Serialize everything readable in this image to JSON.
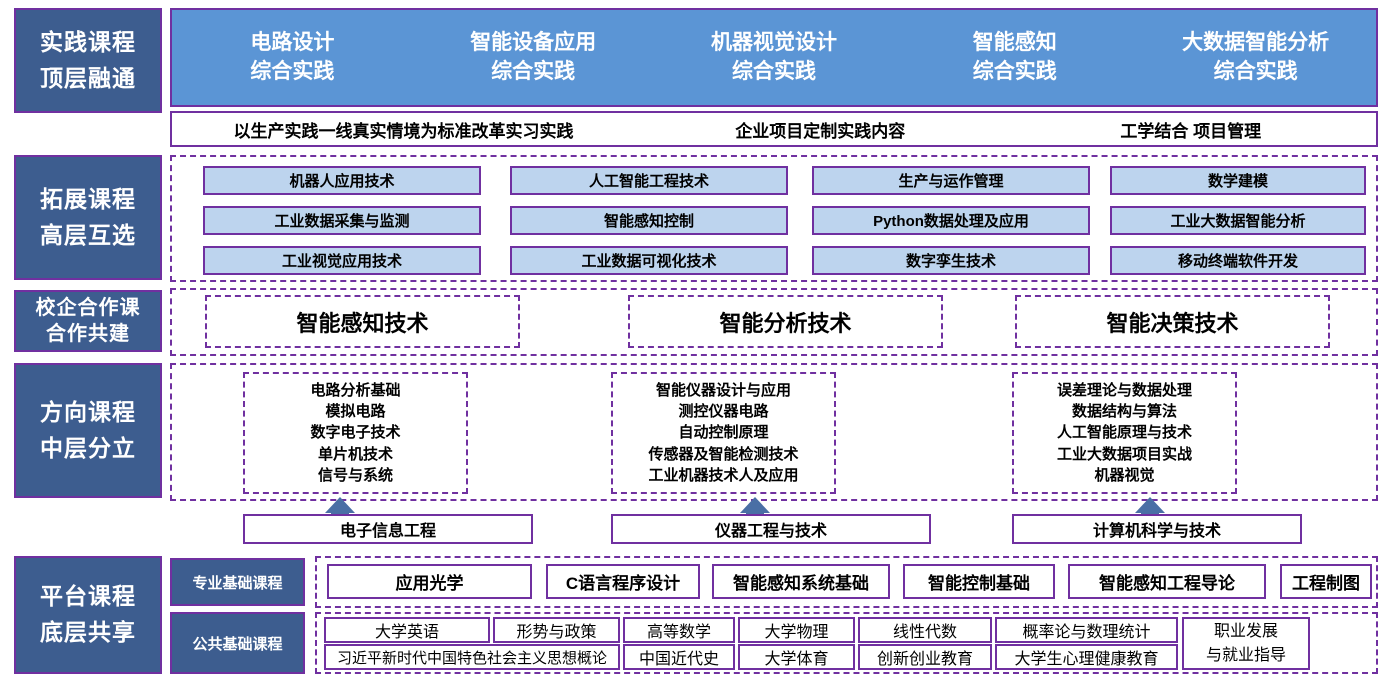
{
  "colors": {
    "label_blue": "#3d5d8f",
    "banner_blue": "#5b95d5",
    "purple": "#7030a0",
    "pill_blue": "#bdd4ee",
    "white": "#ffffff"
  },
  "categories": [
    {
      "line1": "实践课程",
      "line2": "顶层融通"
    },
    {
      "line1": "拓展课程",
      "line2": "高层互选"
    },
    {
      "line1": "校企合作课",
      "line2": "合作共建"
    },
    {
      "line1": "方向课程",
      "line2": "中层分立"
    },
    {
      "line1": "平台课程",
      "line2": "底层共享"
    }
  ],
  "practice": {
    "banner": [
      {
        "line1": "电路设计",
        "line2": "综合实践"
      },
      {
        "line1": "智能设备应用",
        "line2": "综合实践"
      },
      {
        "line1": "机器视觉设计",
        "line2": "综合实践"
      },
      {
        "line1": "智能感知",
        "line2": "综合实践"
      },
      {
        "line1": "大数据智能分析",
        "line2": "综合实践"
      }
    ],
    "strip": [
      "以生产实践一线真实情境为标准改革实习实践",
      "企业项目定制实践内容",
      "工学结合 项目管理"
    ]
  },
  "extension": {
    "columns": [
      [
        "机器人应用技术",
        "工业数据采集与监测",
        "工业视觉应用技术"
      ],
      [
        "人工智能工程技术",
        "智能感知控制",
        "工业数据可视化技术"
      ],
      [
        "生产与运作管理",
        "Python数据处理及应用",
        "数字孪生技术"
      ],
      [
        "数学建模",
        "工业大数据智能分析",
        "移动终端软件开发"
      ]
    ]
  },
  "cooperation": {
    "items": [
      "智能感知技术",
      "智能分析技术",
      "智能决策技术"
    ]
  },
  "direction": {
    "groups": [
      {
        "courses": [
          "电路分析基础",
          "模拟电路",
          "数字电子技术",
          "单片机技术",
          "信号与系统"
        ],
        "major": "电子信息工程"
      },
      {
        "courses": [
          "智能仪器设计与应用",
          "测控仪器电路",
          "自动控制原理",
          "传感器及智能检测技术",
          "工业机器技术人及应用"
        ],
        "major": "仪器工程与技术"
      },
      {
        "courses": [
          "误差理论与数据处理",
          "数据结构与算法",
          "人工智能原理与技术",
          "工业大数据项目实战",
          "机器视觉"
        ],
        "major": "计算机科学与技术"
      }
    ]
  },
  "platform": {
    "professional": {
      "label": "专业基础课程",
      "courses": [
        "应用光学",
        "C语言程序设计",
        "智能感知系统基础",
        "智能控制基础",
        "智能感知工程导论",
        "工程制图"
      ]
    },
    "public": {
      "label": "公共基础课程",
      "columns": [
        {
          "top": "大学英语",
          "bottom": "习近平新时代中国特色社会主义思想概论"
        },
        {
          "top": "形势与政策",
          "bottom": "中国近代史"
        },
        {
          "top": "高等数学",
          "bottom": "大学体育"
        },
        {
          "top": "大学物理",
          "bottom": "创新创业教育"
        },
        {
          "top": "线性代数",
          "bottom": "大学生心理健康教育"
        },
        {
          "top": "概率论与数理统计",
          "bottom": "大学生心理健康教育"
        }
      ],
      "career": {
        "line1": "职业发展",
        "line2": "与就业指导"
      }
    }
  }
}
